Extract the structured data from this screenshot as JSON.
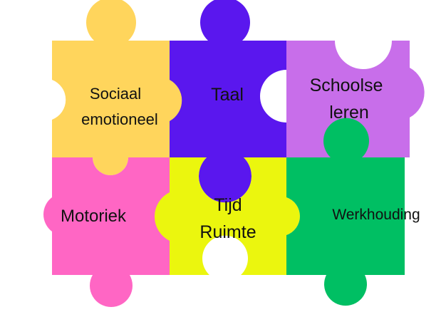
{
  "pieces": {
    "sociaal": {
      "line1": "Sociaal",
      "line2": "emotioneel",
      "color": "#FFD55C"
    },
    "taal": {
      "line1": "Taal",
      "color": "#5A17EE"
    },
    "schoolse": {
      "line1": "Schoolse",
      "line2": "leren",
      "color": "#C86EEA"
    },
    "motoriek": {
      "line1": "Motoriek",
      "color": "#FF66C4"
    },
    "tijd": {
      "line1": "Tijd",
      "line2": "Ruimte",
      "color": "#EBF60E"
    },
    "werkhouding": {
      "line1": "Werkhouding",
      "color": "#00BF63"
    }
  }
}
